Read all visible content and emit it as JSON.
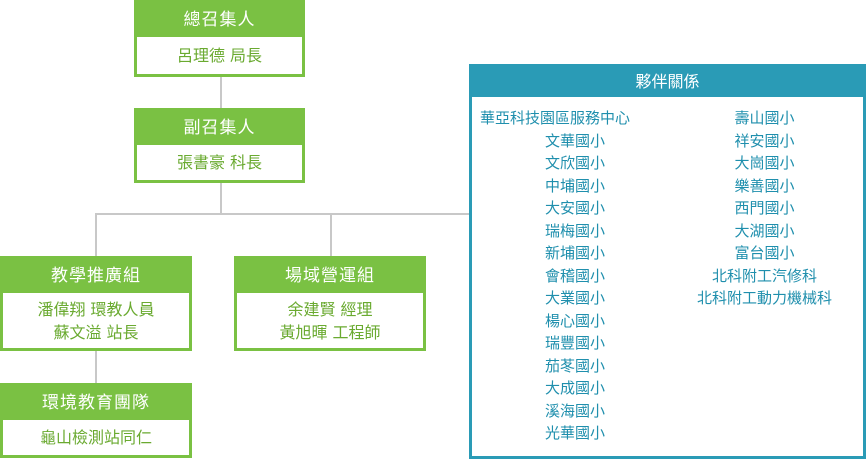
{
  "chief": {
    "title": "總召集人",
    "members": [
      "呂理德 局長"
    ]
  },
  "deputy": {
    "title": "副召集人",
    "members": [
      "張書豪 科長"
    ]
  },
  "teaching": {
    "title": "教學推廣組",
    "members": [
      "潘偉翔 環教人員",
      "蘇文溢 站長"
    ]
  },
  "venue": {
    "title": "場域營運組",
    "members": [
      "余建賢 經理",
      "黃旭暉 工程師"
    ]
  },
  "env_team": {
    "title": "環境教育團隊",
    "members": [
      "龜山檢測站同仁"
    ]
  },
  "partners": {
    "title": "夥伴關係",
    "col1": [
      "華亞科技園區服務中心",
      "文華國小",
      "文欣國小",
      "中埔國小",
      "大安國小",
      "瑞梅國小",
      "新埔國小",
      "會稽國小",
      "大業國小",
      "楊心國小",
      "瑞豐國小",
      "茄苳國小",
      "大成國小",
      "溪海國小",
      "光華國小"
    ],
    "col2": [
      "壽山國小",
      "祥安國小",
      "大崗國小",
      "樂善國小",
      "西門國小",
      "大湖國小",
      "富台國小",
      "北科附工汽修科",
      "北科附工動力機械科"
    ]
  },
  "colors": {
    "green": "#7ac143",
    "teal": "#2a9bb6",
    "connector": "#c8c8c8"
  }
}
